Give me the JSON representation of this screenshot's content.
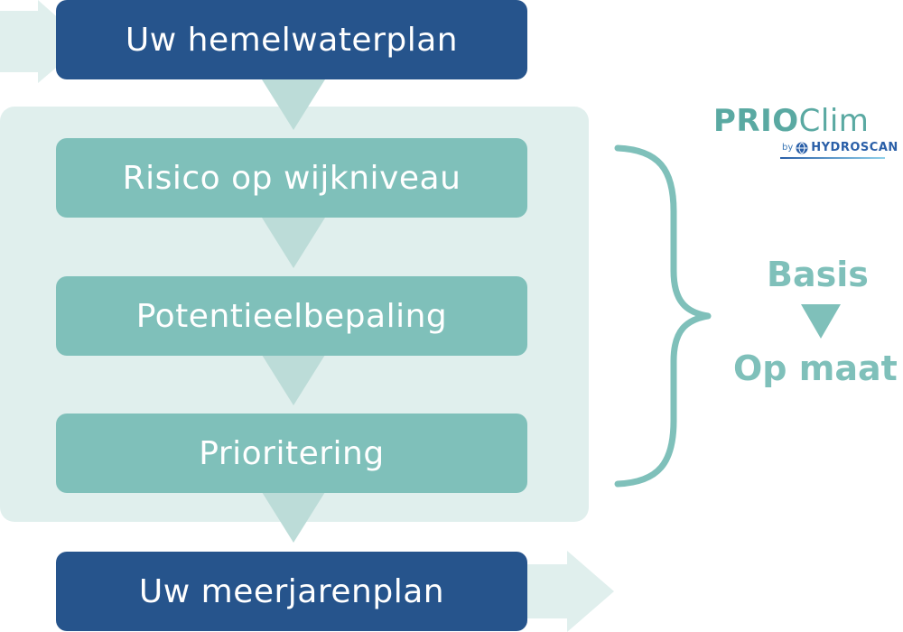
{
  "steps": {
    "input": "Uw hemelwaterplan",
    "step1": "Risico op wijkniveau",
    "step2": "Potentieelbepaling",
    "step3": "Prioritering",
    "output": "Uw meerjarenplan"
  },
  "levels": {
    "basis": "Basis",
    "op_maat": "Op maat"
  },
  "logo": {
    "prio": "PRIO",
    "clim": "Clim",
    "by": "by",
    "hydroscan": "HYDROSCAN"
  },
  "colors": {
    "dark_blue": "#26548c",
    "teal": "#7fc0ba",
    "panel": "#e0efed",
    "arrow_light": "#e0efed",
    "connector": "#bcdcd8"
  }
}
